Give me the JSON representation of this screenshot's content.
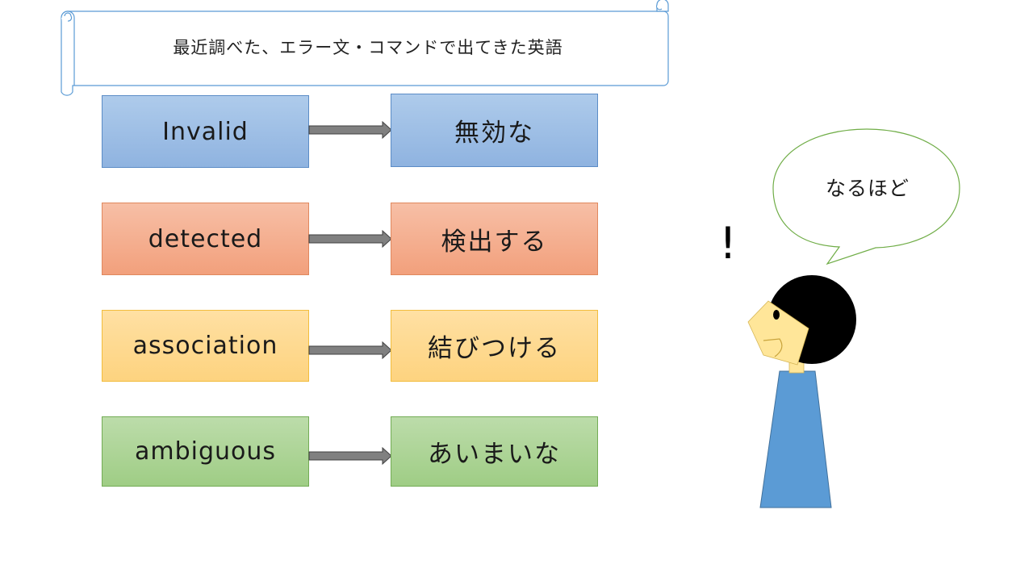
{
  "title": "最近調べた、エラー文・コマンドで出てきた英語",
  "rows": [
    {
      "term": "Invalid",
      "meaning": "無効な",
      "color": "blue"
    },
    {
      "term": "detected",
      "meaning": "検出する",
      "color": "orange"
    },
    {
      "term": "association",
      "meaning": "結びつける",
      "color": "yellow"
    },
    {
      "term": "ambiguous",
      "meaning": "あいまいな",
      "color": "green"
    }
  ],
  "speech_bubble": "なるほど",
  "exclamation": "!",
  "colors": {
    "blue": "#9dbde6",
    "orange": "#f4b090",
    "yellow": "#fed98f",
    "green": "#aed494",
    "person_body": "#5b9bd5",
    "person_skin": "#ffe699",
    "hair": "#000000",
    "bubble_border": "#70ad47",
    "scroll_border": "#5b9bd5"
  }
}
